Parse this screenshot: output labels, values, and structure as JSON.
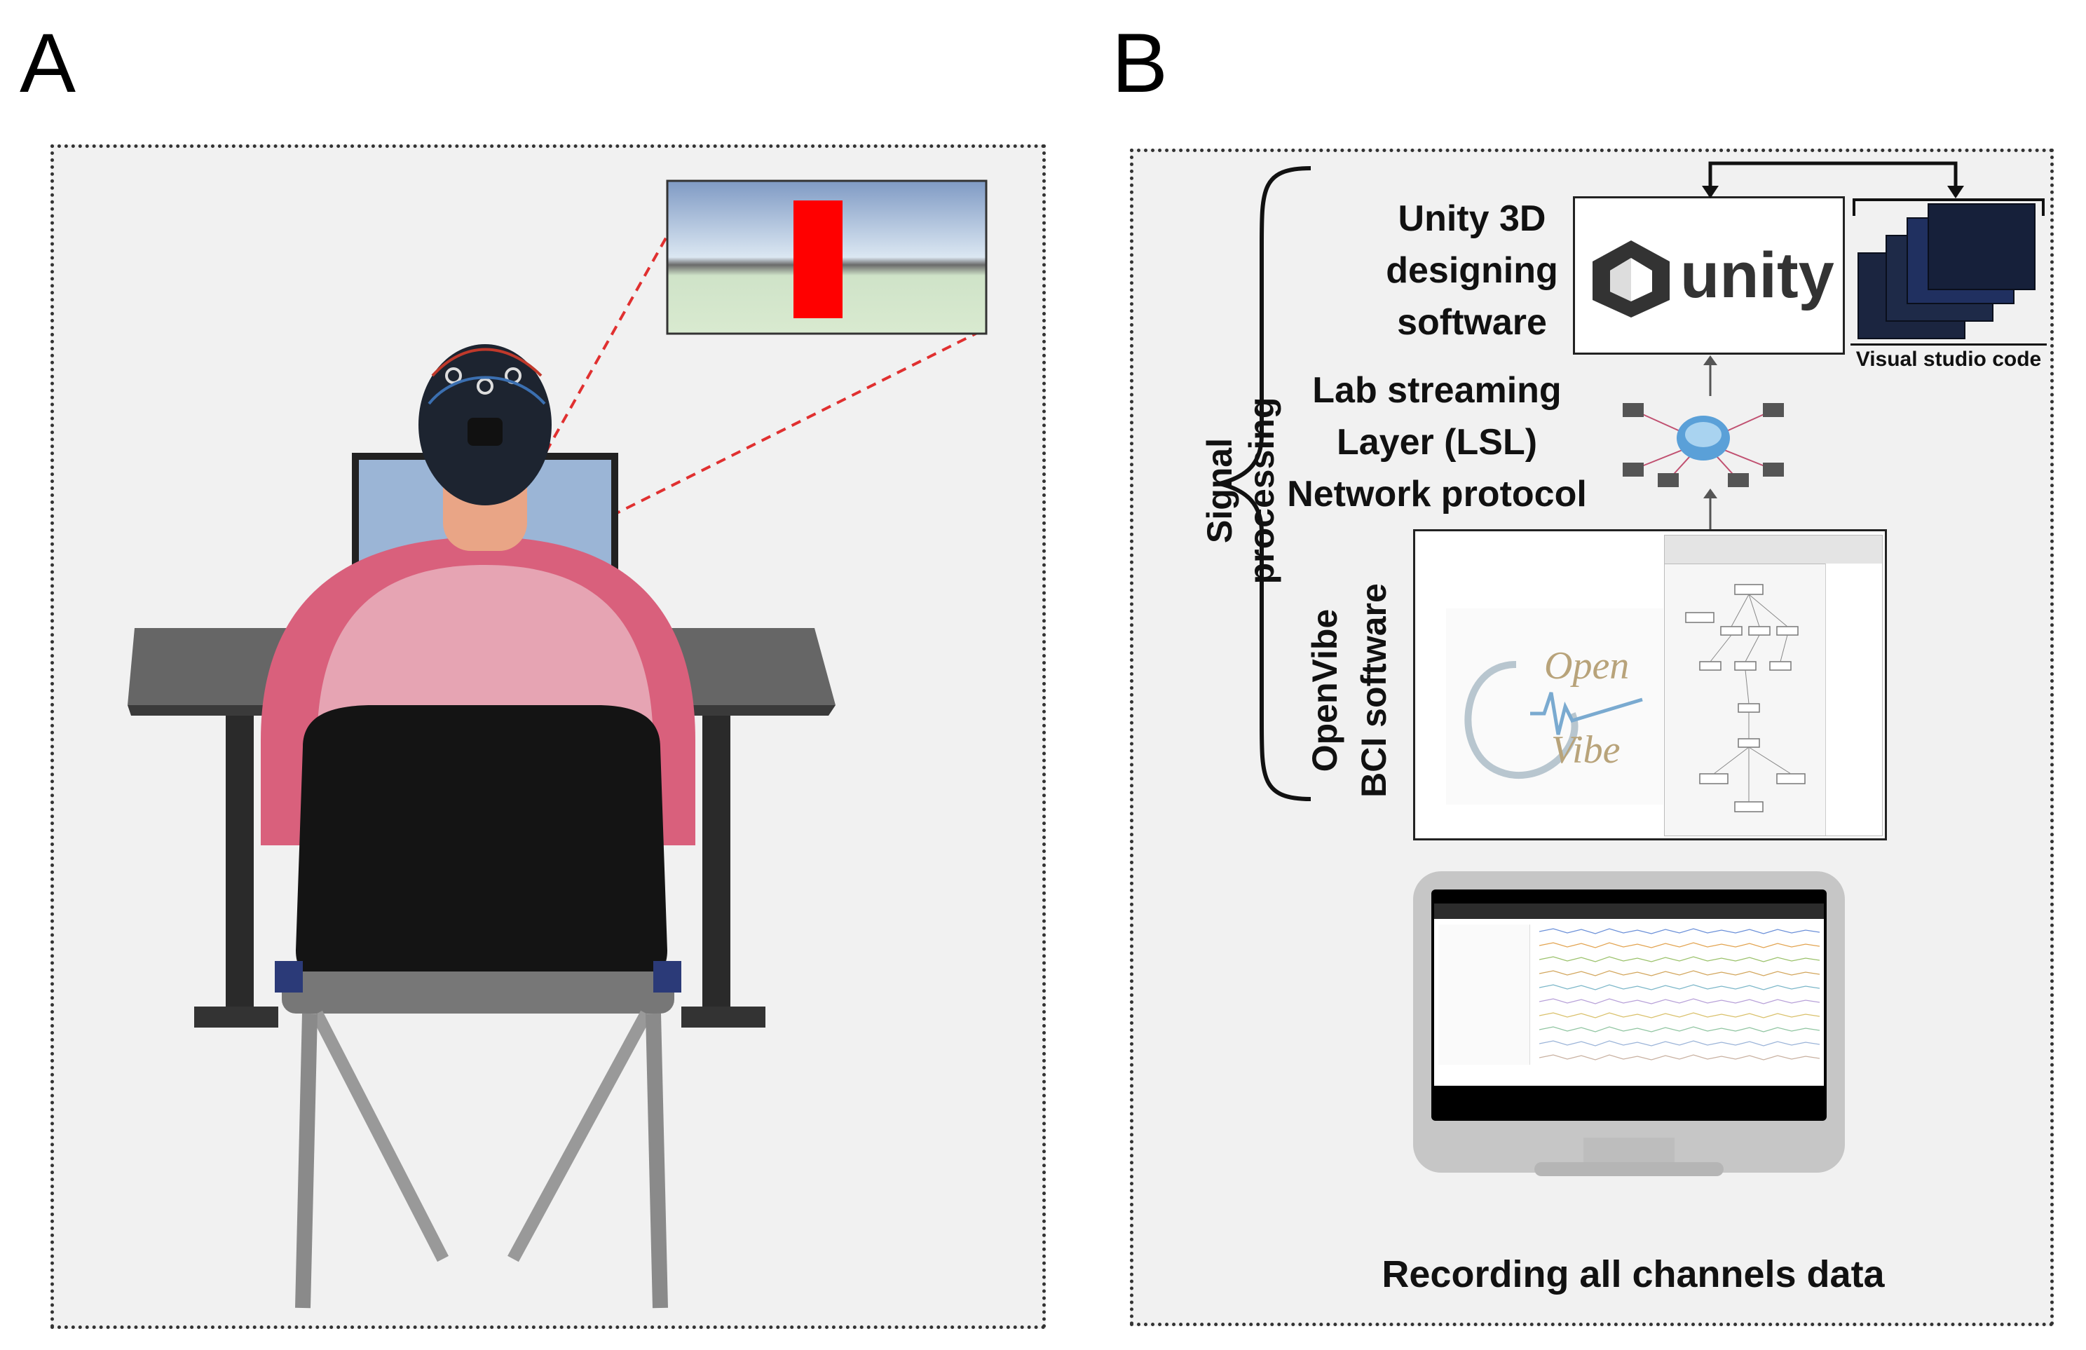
{
  "panels": {
    "a_letter": "A",
    "b_letter": "B"
  },
  "panel_b": {
    "unity_label": [
      "Unity 3D",
      "designing",
      "software"
    ],
    "unity_logo_text": "unity",
    "vscode_label": "Visual studio code",
    "lsl_label": [
      "Lab streaming",
      "Layer (LSL)",
      "Network protocol"
    ],
    "openvibe_label": [
      "OpenVibe",
      "BCI software"
    ],
    "openvibe_logo": [
      "Open",
      "Vibe"
    ],
    "signal_processing": "Signal processing",
    "recording_label": "Recording all channels data"
  },
  "colors": {
    "stimulus_red": "#ff0000",
    "shirt_pink": "#e07c93",
    "zoom_line": "#e03030",
    "panel_bg": "#f1f1f1"
  }
}
